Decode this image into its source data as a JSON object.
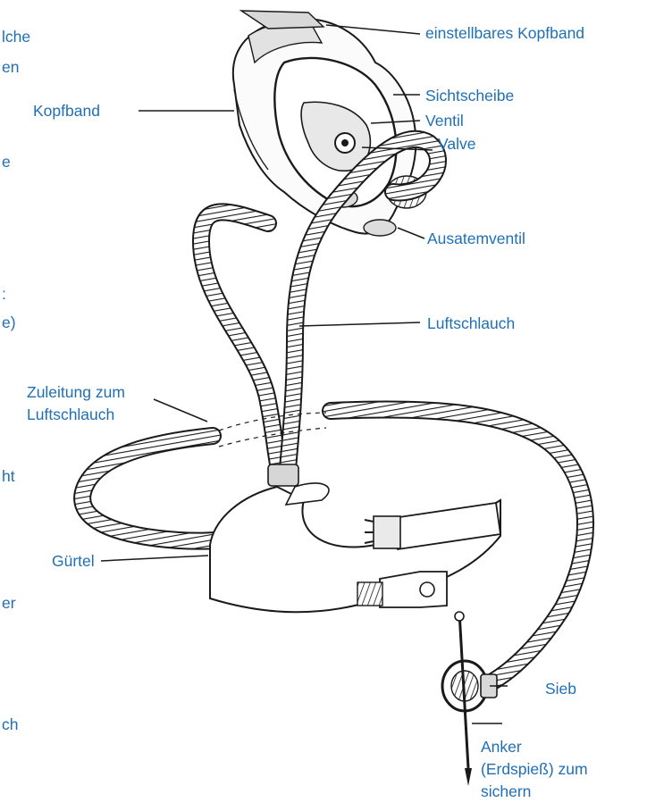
{
  "colors": {
    "label": "#1f6fb5",
    "line": "#1a1a1a",
    "background": "#ffffff"
  },
  "left_fragments": [
    "lche",
    "en",
    "e",
    ":",
    "e)",
    "ht",
    "er",
    "ch"
  ],
  "labels": {
    "kopfband_adjustable": "einstellbares Kopfband",
    "kopfband": "Kopfband",
    "sichtscheibe": "Sichtscheibe",
    "ventil": "Ventil",
    "valve": "Valve",
    "ausatemventil": "Ausatemventil",
    "luftschlauch": "Luftschlauch",
    "zuleitung_line1": "Zuleitung zum",
    "zuleitung_line2": "Luftschlauch",
    "guertel": "Gürtel",
    "sieb": "Sieb",
    "anker_line1": "Anker",
    "anker_line2": "(Erdspieß) zum",
    "anker_line3": "sichern"
  }
}
